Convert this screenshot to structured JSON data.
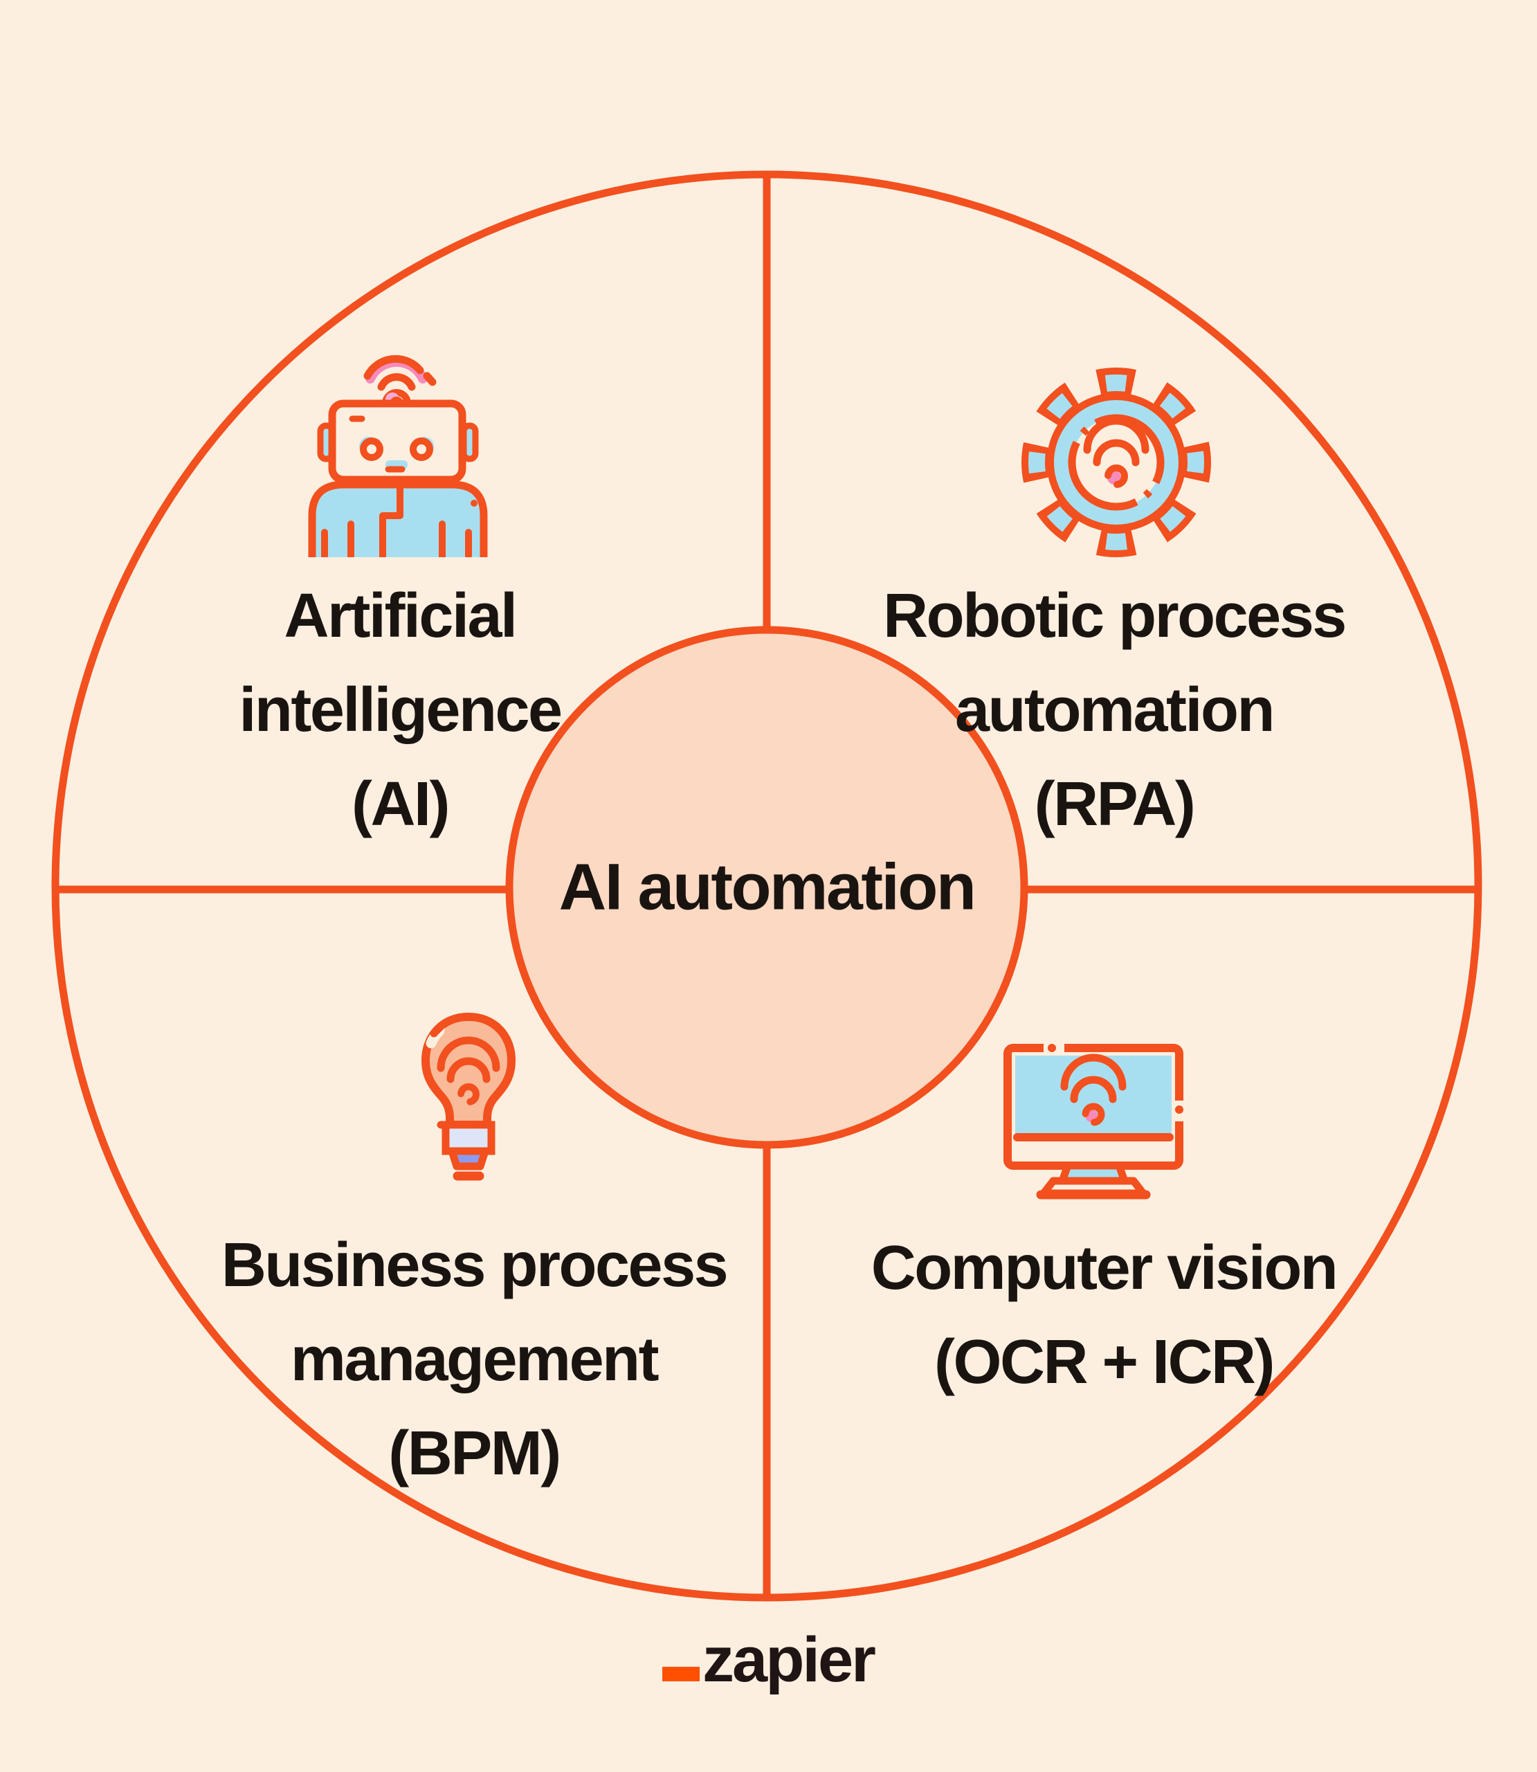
{
  "colors": {
    "bg": "#FCEFE0",
    "line_orange": "#F2501E",
    "center_fill": "#FBD9C3",
    "ink": "#1A1411",
    "icon_blue": "#A8DFF0",
    "icon_pink": "#F68AB9",
    "icon_pink_light": "#F5ABD4",
    "bulb_salmon": "#F8BA98",
    "bulb_lavender": "#DEE5F8",
    "bulb_periwinkle": "#8C9AEF",
    "zapier_orange": "#FF4F00",
    "zapier_ink": "#201515"
  },
  "diagram": {
    "center_label": "AI automation",
    "quadrants": [
      {
        "name": "artificial-intelligence",
        "icon": "robot-wifi-icon",
        "lines": [
          "Artificial",
          "intelligence",
          "(AI)"
        ]
      },
      {
        "name": "robotic-process-automation",
        "icon": "gear-wifi-icon",
        "lines": [
          "Robotic process",
          "automation",
          "(RPA)"
        ]
      },
      {
        "name": "business-process-management",
        "icon": "lightbulb-wifi-icon",
        "lines": [
          "Business process",
          "management",
          "(BPM)"
        ]
      },
      {
        "name": "computer-vision",
        "icon": "monitor-wifi-icon",
        "lines": [
          "Computer vision",
          "(OCR + ICR)"
        ]
      }
    ]
  },
  "footer": {
    "brand_mark": "_",
    "brand_name": "zapier"
  }
}
